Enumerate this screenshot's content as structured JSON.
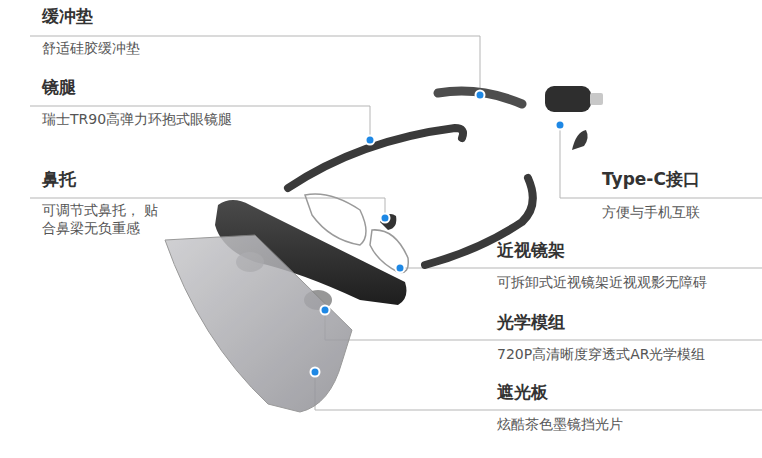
{
  "diagram": {
    "labels": [
      "缓冲垫",
      "舒适硅胶缓冲垫",
      "镜腿",
      "瑞士TR90高弹力环抱式眼镜腿",
      "鼻托",
      "可调节式鼻托， 贴合鼻梁无负重感",
      "Type-C接口",
      "方便与手机互联",
      "近视镜架",
      "可拆卸式近视镜架近视观影无障碍",
      "光学模组",
      "720P高清晰度穿透式AR光学模组",
      "遮光板",
      "炫酷茶色墨镜挡光片"
    ]
  }
}
